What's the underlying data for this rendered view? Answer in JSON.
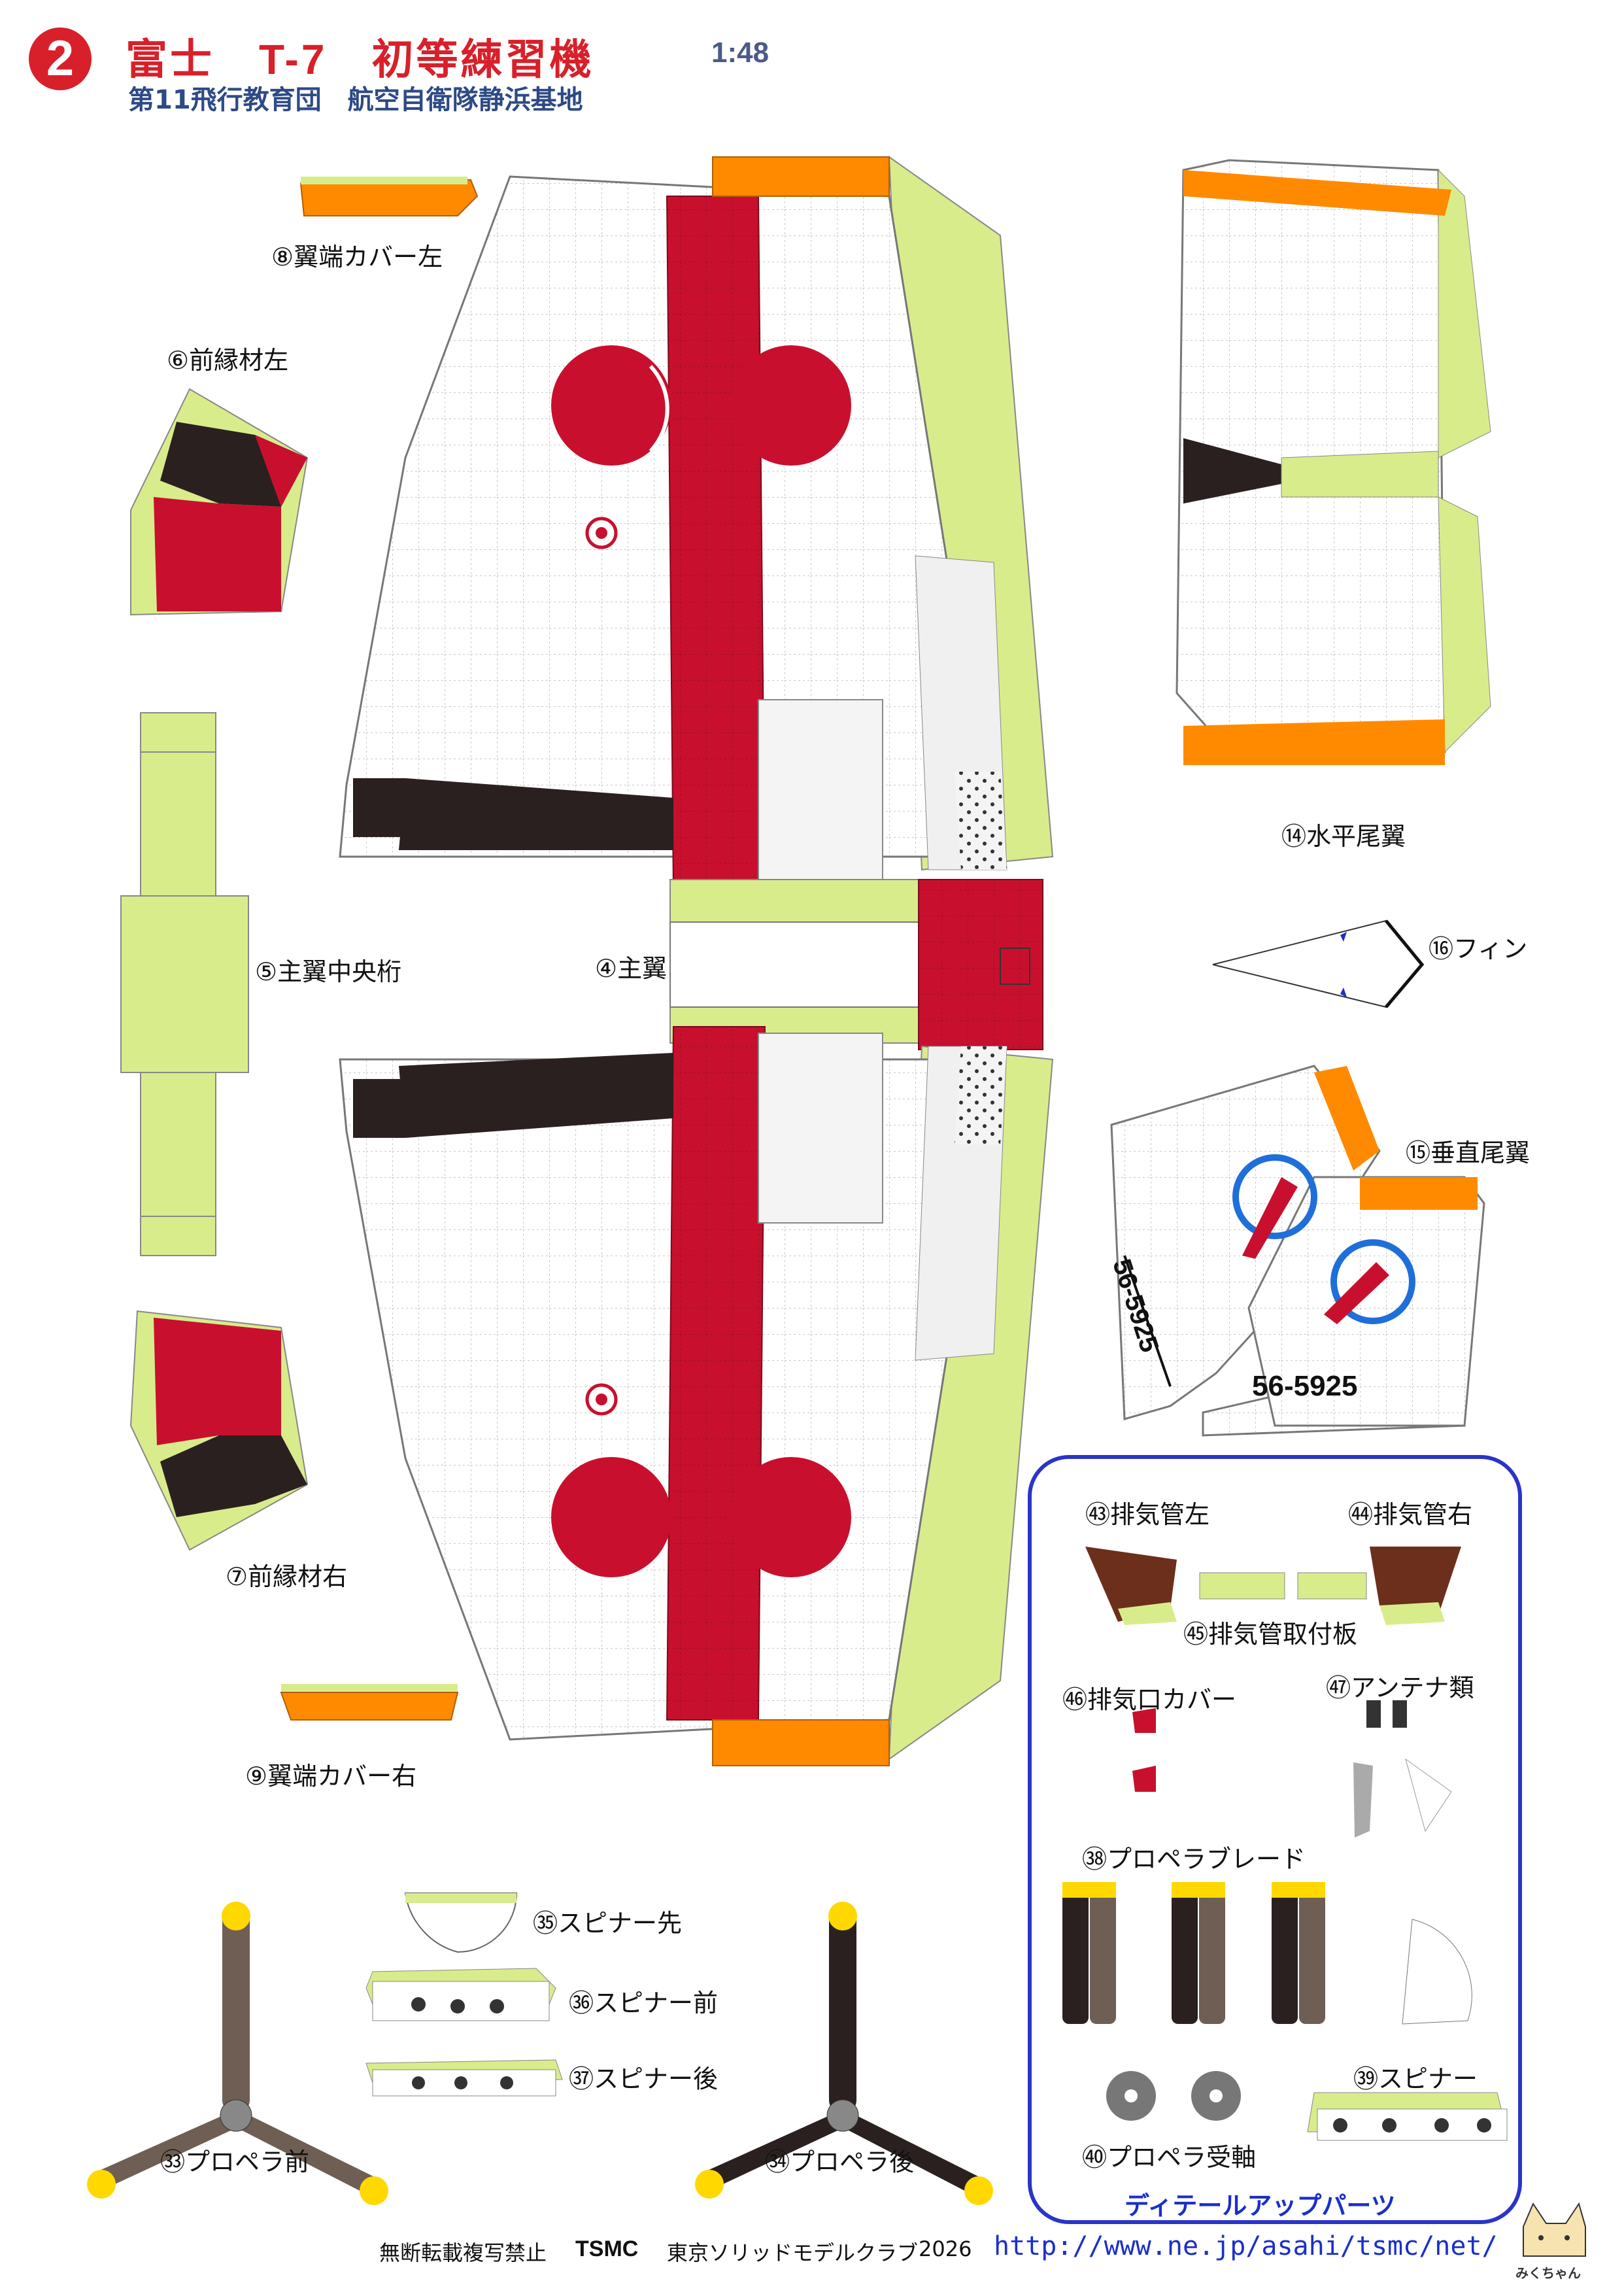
{
  "header": {
    "sheet_number": "2",
    "title": "富士　T-7　初等練習機",
    "scale": "1:48",
    "subtitle": "第11飛行教育団　航空自衛隊静浜基地"
  },
  "parts": {
    "p8": "⑧翼端カバー左",
    "p6": "⑥前縁材左",
    "p5": "⑤主翼中央桁",
    "p4": "④主翼",
    "p7": "⑦前縁材右",
    "p9": "⑨翼端カバー右",
    "p14": "⑭水平尾翼",
    "p16": "⑯フィン",
    "p15": "⑮垂直尾翼",
    "p33": "㉝プロペラ前",
    "p34": "㉞プロペラ後",
    "p35": "㉟スピナー先",
    "p36": "㊱スピナー前",
    "p37": "㊲スピナー後"
  },
  "detail_box": {
    "title": "ディテールアップパーツ",
    "p43": "㊸排気管左",
    "p44": "㊹排気管右",
    "p45": "㊺排気管取付板",
    "p46": "㊻排気口カバー",
    "p47": "㊼アンテナ類",
    "p38": "㊳プロペラブレード",
    "p39": "㊴スピナー",
    "p40": "㊵プロペラ受軸"
  },
  "markings": {
    "serial_1": "56-5925",
    "serial_2": "56-5925"
  },
  "footer": {
    "notice": "無断転載複写禁止",
    "brand": "TSMC",
    "club": "東京ソリッドモデルクラブ",
    "year": "2026",
    "url": "http://www.ne.jp/asahi/tsmc/net/",
    "mascot": "みくちゃん"
  },
  "colors": {
    "red": "#c8102e",
    "orange": "#ff8a00",
    "lime": "#d9ec8c",
    "dark": "#2b2020",
    "blue_box": "#2b34c8"
  }
}
